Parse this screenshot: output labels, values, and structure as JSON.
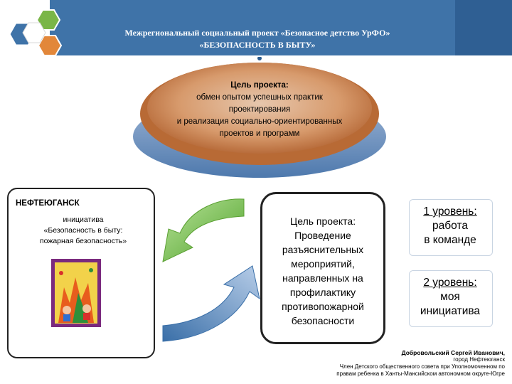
{
  "header": {
    "title_line1": "Межрегиональный социальный проект «Безопасное детство УрФО»",
    "title_line2": "«БЕЗОПАСНОСТЬ В БЫТУ»"
  },
  "top_goal": {
    "title": "Цель проекта:",
    "line1": "обмен опытом успешных практик",
    "line2": "проектирования",
    "line3": "и реализация социально-ориентированных",
    "line4": "проектов и программ"
  },
  "left_panel": {
    "city": "НЕФТЕЮГАНСК",
    "line1": "инициатива",
    "line2": "«Безопасность в быту:",
    "line3": "пожарная безопасность»"
  },
  "center_goal": {
    "title": "Цель проекта:",
    "line1": "Проведение",
    "line2": "разъяснительных",
    "line3": "мероприятий,",
    "line4": "направленных на",
    "line5": "профилактику",
    "line6": "противопожарной",
    "line7": "безопасности"
  },
  "levels": {
    "level1_line1": "1 уровень:",
    "level1_line2": "работа",
    "level1_line3": "в команде",
    "level2_line1": "2 уровень:",
    "level2_line2": "моя",
    "level2_line3": "инициатива"
  },
  "footer": {
    "name": "Добровольский Сергей Иванович,",
    "city": "город Нефтеюганск",
    "role1": "Член Детского общественного совета при Уполномоченном по",
    "role2": "правам ребенка в Ханты-Мансийском автономном округе-Югре"
  },
  "colors": {
    "header_blue": "#3f73a8",
    "hex_blue": "#3f73a8",
    "hex_green": "#7ab648",
    "hex_orange": "#e2873a",
    "ellipse_orange": "#c9773f",
    "ellipse_blue": "#7d9cc6",
    "arrow_green": "#6bbf3e",
    "arrow_blue": "#4a7fb5"
  }
}
